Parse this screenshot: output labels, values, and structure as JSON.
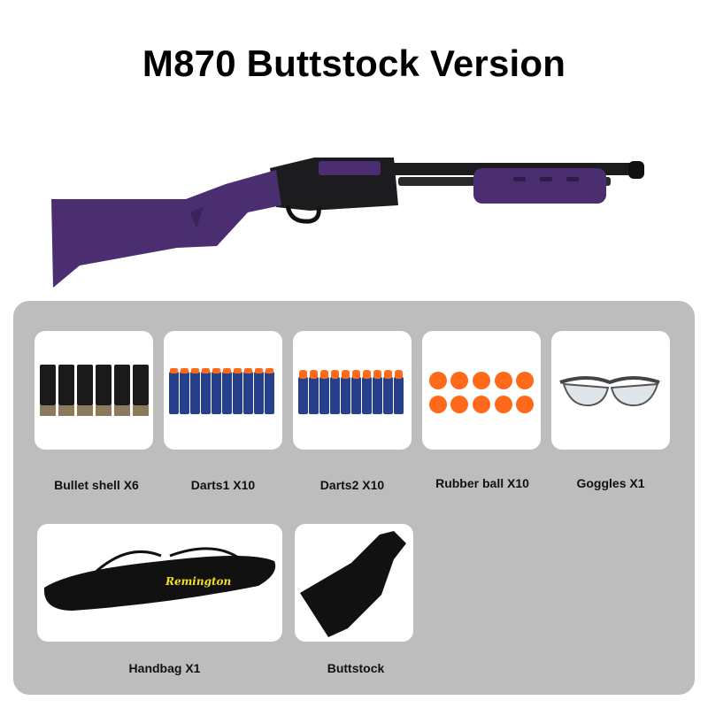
{
  "title": "M870 Buttstock Version",
  "bag_brand": "Remington",
  "colors": {
    "stock_purple": "#4a2e6f",
    "metal_black": "#1c1c1e",
    "dart_blue": "#27408b",
    "dart_tip": "#ff6a1a",
    "ball_orange": "#ff6a1a",
    "panel_gray": "#bdbdbd",
    "bag_text": "#f0e020"
  },
  "accessories": [
    {
      "label": "Bullet shell X6",
      "icon": "shell-icon"
    },
    {
      "label": "Darts1 X10",
      "icon": "dart-icon"
    },
    {
      "label": "Darts2 X10",
      "icon": "dart-icon"
    },
    {
      "label": "Rubber ball X10",
      "icon": "ball-icon"
    },
    {
      "label": "Goggles X1",
      "icon": "goggles-icon"
    },
    {
      "label": "Handbag X1",
      "icon": "bag-icon"
    },
    {
      "label": "Buttstock",
      "icon": "stock-icon"
    }
  ]
}
